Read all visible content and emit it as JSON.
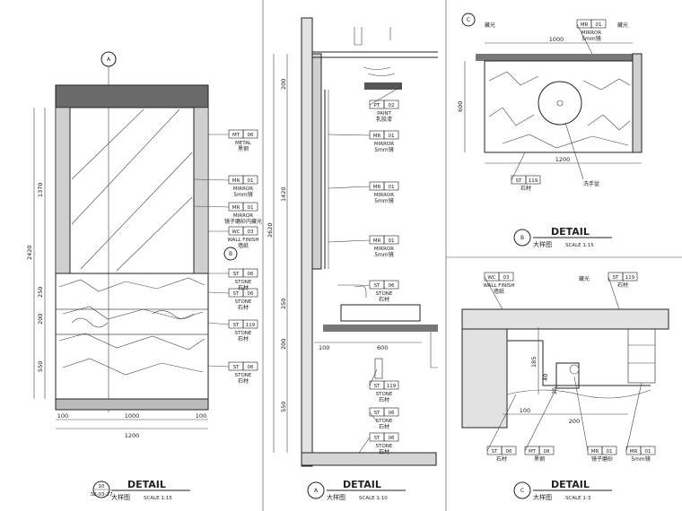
{
  "panels": [
    {
      "id": "left",
      "marker_letter": "A",
      "title": "DETAIL",
      "subtitle_cn": "大样图",
      "scale": "SCALE 1:15",
      "bubble_top": "10",
      "bubble_bottom": "3E-03-27",
      "dims_vertical": [
        "2420",
        "1370",
        "250",
        "200",
        "550"
      ],
      "dims_horizontal": [
        "1000",
        "100",
        "100",
        "1200"
      ],
      "tags": [
        {
          "code": "MT",
          "num": "06",
          "desc": "METAL",
          "cn": "黑钢"
        },
        {
          "code": "MR",
          "num": "01",
          "desc": "MIRROR",
          "cn": "5mm镜"
        },
        {
          "code": "MR",
          "num": "01",
          "desc": "MIRROR",
          "cn": "镜子磨砂内藏光"
        },
        {
          "code": "WC",
          "num": "03",
          "desc": "WALL FINISH",
          "cn": "墙纸"
        },
        {
          "code": "ST",
          "num": "06",
          "desc": "STONE",
          "cn": "石材"
        },
        {
          "code": "ST",
          "num": "06",
          "desc": "STONE",
          "cn": "石材"
        },
        {
          "code": "ST",
          "num": "119",
          "desc": "STONE",
          "cn": "石材"
        },
        {
          "code": "ST",
          "num": "06",
          "desc": "STONE",
          "cn": "石材"
        }
      ],
      "marker_b": "B"
    },
    {
      "id": "middle",
      "marker_letter": "A",
      "title": "DETAIL",
      "subtitle_cn": "大样图",
      "scale": "SCALE 1:10",
      "dims_vertical": [
        "200",
        "1420",
        "2620",
        "250",
        "200",
        "550"
      ],
      "dims_horizontal": [
        "100",
        "600"
      ],
      "tags": [
        {
          "code": "PT",
          "num": "02",
          "desc": "PAINT",
          "cn": "乳胶漆"
        },
        {
          "code": "MR",
          "num": "01",
          "desc": "MIRROR",
          "cn": "5mm镜"
        },
        {
          "code": "MR",
          "num": "01",
          "desc": "MIRROR",
          "cn": "5mm镜"
        },
        {
          "code": "MR",
          "num": "01",
          "desc": "MIRROR",
          "cn": "5mm镜"
        },
        {
          "code": "ST",
          "num": "06",
          "desc": "STONE",
          "cn": "石材"
        },
        {
          "code": "ST",
          "num": "119",
          "desc": "STONE",
          "cn": "石材"
        },
        {
          "code": "ST",
          "num": "06",
          "desc": "STONE",
          "cn": "石材"
        },
        {
          "code": "ST",
          "num": "06",
          "desc": "STONE",
          "cn": "石材"
        }
      ]
    },
    {
      "id": "top-right",
      "marker_letter": "B",
      "title": "DETAIL",
      "subtitle_cn": "大样图",
      "scale": "SCALE 1:15",
      "circle_letter": "C",
      "label_top_left": "藏光",
      "label_top_right": "藏光",
      "dims_vertical": [
        "600"
      ],
      "dims_horizontal": [
        "1000",
        "1200"
      ],
      "tags": [
        {
          "code": "MR",
          "num": "01",
          "desc": "MIRROR",
          "cn": "5mm镜"
        },
        {
          "code": "ST",
          "num": "119",
          "desc": "",
          "cn": "石材"
        }
      ],
      "basin_label": "洗手盆"
    },
    {
      "id": "bottom-right",
      "marker_letter": "C",
      "title": "DETAIL",
      "subtitle_cn": "大样图",
      "scale": "SCALE 1:3",
      "label_top": "藏光",
      "dims_vertical": [
        "185",
        "40",
        "25"
      ],
      "dims_horizontal": [
        "100",
        "200"
      ],
      "tags": [
        {
          "code": "WC",
          "num": "03",
          "desc": "WALL FINISH",
          "cn": "墙纸"
        },
        {
          "code": "ST",
          "num": "119",
          "desc": "",
          "cn": "石材"
        },
        {
          "code": "ST",
          "num": "06",
          "desc": "",
          "cn": "石材"
        },
        {
          "code": "MT",
          "num": "08",
          "desc": "",
          "cn": "黑钢"
        },
        {
          "code": "MR",
          "num": "01",
          "desc": "",
          "cn": "镜子磨砂"
        },
        {
          "code": "MR",
          "num": "01",
          "desc": "",
          "cn": "5mm镜"
        }
      ]
    }
  ]
}
